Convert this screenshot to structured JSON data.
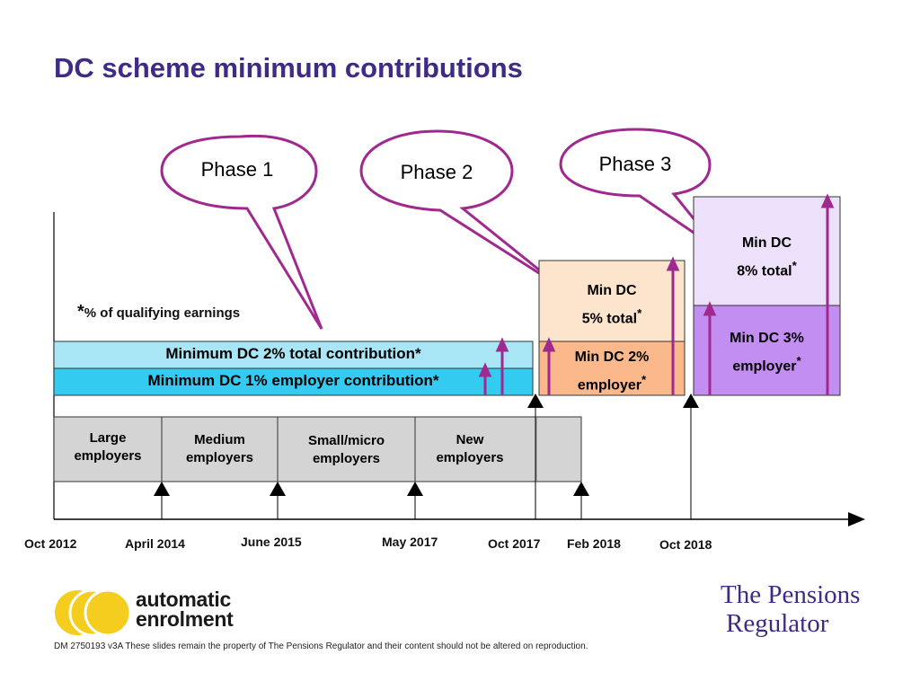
{
  "title": "DC scheme minimum contributions",
  "phases": [
    {
      "label": "Phase 1"
    },
    {
      "label": "Phase 2"
    },
    {
      "label": "Phase 3"
    }
  ],
  "note": {
    "asterisk": "*",
    "text": "% of qualifying earnings"
  },
  "phase1_bars": {
    "total": "Minimum DC 2% total contribution*",
    "employer": "Minimum DC 1% employer contribution*"
  },
  "phase2_boxes": {
    "total_line1": "Min DC",
    "total_line2": "5% total",
    "total_star": "*",
    "employer_line1": "Min DC 2%",
    "employer_line2": "employer",
    "employer_star": "*"
  },
  "phase3_boxes": {
    "total_line1": "Min DC",
    "total_line2": "8% total",
    "total_star": "*",
    "employer_line1": "Min DC 3%",
    "employer_line2": "employer",
    "employer_star": "*"
  },
  "employer_groups": [
    {
      "line1": "Large",
      "line2": "employers"
    },
    {
      "line1": "Medium",
      "line2": "employers"
    },
    {
      "line1": "Small/micro",
      "line2": "employers"
    },
    {
      "line1": "New",
      "line2": "employers"
    }
  ],
  "dates": [
    "Oct 2012",
    "April 2014",
    "June 2015",
    "May 2017",
    "Oct 2017",
    "Feb 2018",
    "Oct 2018"
  ],
  "branding": {
    "ae_line1": "automatic",
    "ae_line2": "enrolment",
    "tpr_line1": "The Pensions",
    "tpr_line2": "Regulator"
  },
  "footer": "DM 2750193 v3A These slides remain the property of The Pensions Regulator and their content should not be altered on reproduction.",
  "colors": {
    "title": "#3f2b86",
    "bubble_outline": "#a0288e",
    "up_arrow": "#a0288e",
    "phase1_total_fill": "#a8e6f5",
    "phase1_employer_fill": "#33ccf0",
    "phase2_total_fill": "#fde4cc",
    "phase2_employer_fill": "#fbb88a",
    "phase3_total_fill": "#ede0fa",
    "phase3_employer_fill": "#c38ef2",
    "employer_group_fill": "#d4d4d4",
    "ae_logo": "#f5cd1e"
  }
}
